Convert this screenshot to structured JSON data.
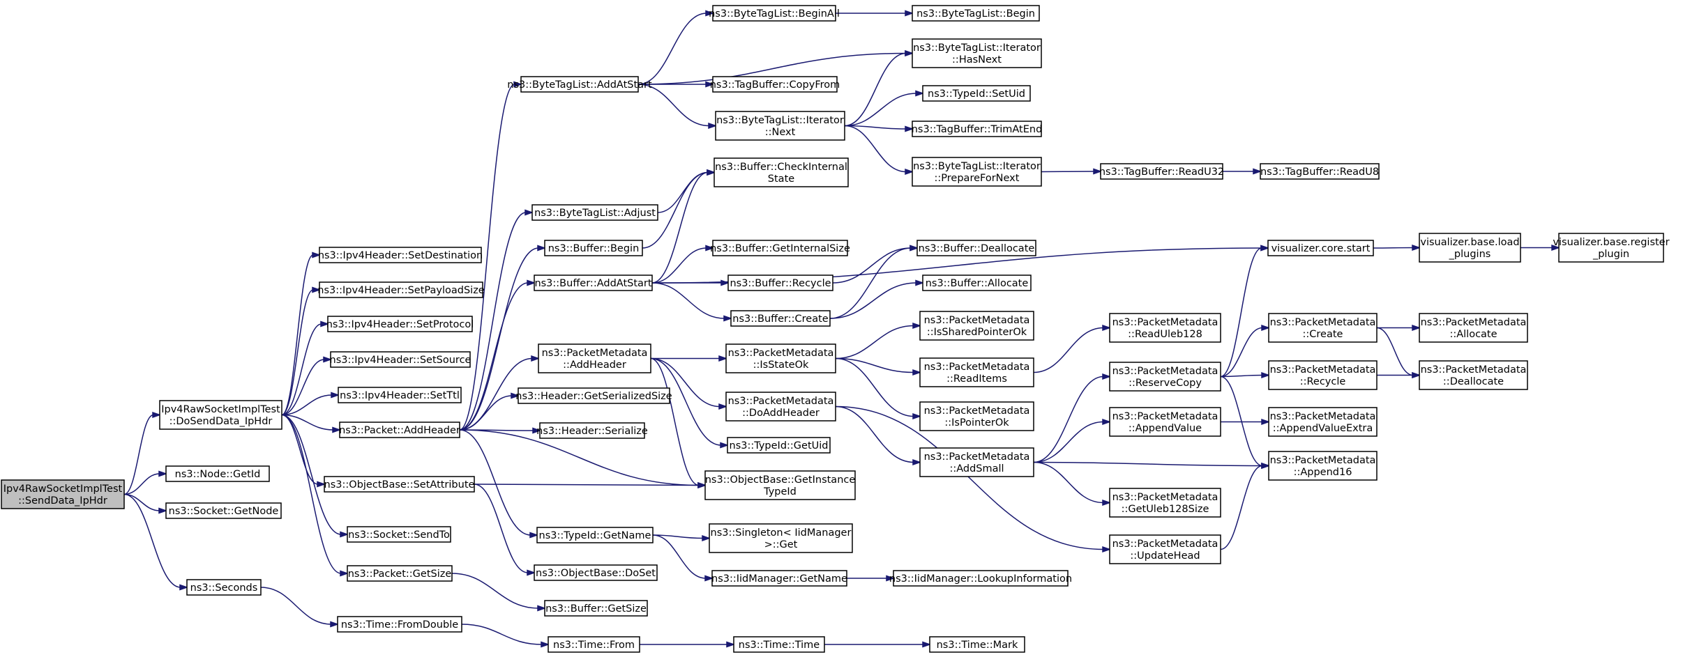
{
  "diagram": {
    "type": "call-graph",
    "colors": {
      "edge": "#191970",
      "root_fill": "#bfbfbf",
      "node_fill": "#ffffff",
      "border": "#000000"
    },
    "nodes": [
      {
        "id": "root",
        "lines": [
          "Ipv4RawSocketImplTest",
          "::SendData_IpHdr"
        ]
      },
      {
        "id": "dosenddata",
        "lines": [
          "Ipv4RawSocketImplTest",
          "::DoSendData_IpHdr"
        ]
      },
      {
        "id": "node_getid",
        "lines": [
          "ns3::Node::GetId"
        ]
      },
      {
        "id": "socket_getnode",
        "lines": [
          "ns3::Socket::GetNode"
        ]
      },
      {
        "id": "seconds",
        "lines": [
          "ns3::Seconds"
        ]
      },
      {
        "id": "setdest",
        "lines": [
          "ns3::Ipv4Header::SetDestination"
        ]
      },
      {
        "id": "setpayload",
        "lines": [
          "ns3::Ipv4Header::SetPayloadSize"
        ]
      },
      {
        "id": "setproto",
        "lines": [
          "ns3::Ipv4Header::SetProtocol"
        ]
      },
      {
        "id": "setsource",
        "lines": [
          "ns3::Ipv4Header::SetSource"
        ]
      },
      {
        "id": "setttl",
        "lines": [
          "ns3::Ipv4Header::SetTtl"
        ]
      },
      {
        "id": "addheader",
        "lines": [
          "ns3::Packet::AddHeader"
        ]
      },
      {
        "id": "setattr",
        "lines": [
          "ns3::ObjectBase::SetAttribute"
        ]
      },
      {
        "id": "sendto",
        "lines": [
          "ns3::Socket::SendTo"
        ]
      },
      {
        "id": "pkt_getsize",
        "lines": [
          "ns3::Packet::GetSize"
        ]
      },
      {
        "id": "fromdouble",
        "lines": [
          "ns3::Time::FromDouble"
        ]
      },
      {
        "id": "btl_addatstart",
        "lines": [
          "ns3::ByteTagList::AddAtStart"
        ]
      },
      {
        "id": "btl_adjust",
        "lines": [
          "ns3::ByteTagList::Adjust"
        ]
      },
      {
        "id": "buf_begin",
        "lines": [
          "ns3::Buffer::Begin"
        ]
      },
      {
        "id": "buf_addatstart",
        "lines": [
          "ns3::Buffer::AddAtStart"
        ]
      },
      {
        "id": "pm_addheader",
        "lines": [
          "ns3::PacketMetadata",
          "::AddHeader"
        ]
      },
      {
        "id": "hdr_getsersize",
        "lines": [
          "ns3::Header::GetSerializedSize"
        ]
      },
      {
        "id": "hdr_serialize",
        "lines": [
          "ns3::Header::Serialize"
        ]
      },
      {
        "id": "typeid_getname",
        "lines": [
          "ns3::TypeId::GetName"
        ]
      },
      {
        "id": "objbase_doset",
        "lines": [
          "ns3::ObjectBase::DoSet"
        ]
      },
      {
        "id": "buf_getsize",
        "lines": [
          "ns3::Buffer::GetSize"
        ]
      },
      {
        "id": "time_from",
        "lines": [
          "ns3::Time::From"
        ]
      },
      {
        "id": "btl_beginall",
        "lines": [
          "ns3::ByteTagList::BeginAll"
        ]
      },
      {
        "id": "tagbuf_copyfrom",
        "lines": [
          "ns3::TagBuffer::CopyFrom"
        ]
      },
      {
        "id": "btl_it_next",
        "lines": [
          "ns3::ByteTagList::Iterator",
          "::Next"
        ]
      },
      {
        "id": "buf_checkinternal",
        "lines": [
          "ns3::Buffer::CheckInternal",
          "State"
        ]
      },
      {
        "id": "buf_getinternalsize",
        "lines": [
          "ns3::Buffer::GetInternalSize"
        ]
      },
      {
        "id": "buf_recycle",
        "lines": [
          "ns3::Buffer::Recycle"
        ]
      },
      {
        "id": "buf_create",
        "lines": [
          "ns3::Buffer::Create"
        ]
      },
      {
        "id": "pm_isstateok",
        "lines": [
          "ns3::PacketMetadata",
          "::IsStateOk"
        ]
      },
      {
        "id": "pm_doaddheader",
        "lines": [
          "ns3::PacketMetadata",
          "::DoAddHeader"
        ]
      },
      {
        "id": "typeid_getuid",
        "lines": [
          "ns3::TypeId::GetUid"
        ]
      },
      {
        "id": "objbase_getinstance",
        "lines": [
          "ns3::ObjectBase::GetInstance",
          "TypeId"
        ]
      },
      {
        "id": "singleton_get",
        "lines": [
          "ns3::Singleton< IidManager",
          " >::Get"
        ]
      },
      {
        "id": "iid_getname",
        "lines": [
          "ns3::IidManager::GetName"
        ]
      },
      {
        "id": "time_time",
        "lines": [
          "ns3::Time::Time"
        ]
      },
      {
        "id": "btl_begin",
        "lines": [
          "ns3::ByteTagList::Begin"
        ]
      },
      {
        "id": "btl_it_hasnext",
        "lines": [
          "ns3::ByteTagList::Iterator",
          "::HasNext"
        ]
      },
      {
        "id": "typeid_setuid",
        "lines": [
          "ns3::TypeId::SetUid"
        ]
      },
      {
        "id": "tagbuf_trimatend",
        "lines": [
          "ns3::TagBuffer::TrimAtEnd"
        ]
      },
      {
        "id": "btl_it_prepare",
        "lines": [
          "ns3::ByteTagList::Iterator",
          "::PrepareForNext"
        ]
      },
      {
        "id": "buf_deallocate",
        "lines": [
          "ns3::Buffer::Deallocate"
        ]
      },
      {
        "id": "buf_allocate",
        "lines": [
          "ns3::Buffer::Allocate"
        ]
      },
      {
        "id": "pm_issharedptr",
        "lines": [
          "ns3::PacketMetadata",
          "::IsSharedPointerOk"
        ]
      },
      {
        "id": "pm_readitems",
        "lines": [
          "ns3::PacketMetadata",
          "::ReadItems"
        ]
      },
      {
        "id": "pm_ispointerok",
        "lines": [
          "ns3::PacketMetadata",
          "::IsPointerOk"
        ]
      },
      {
        "id": "pm_addsmall",
        "lines": [
          "ns3::PacketMetadata",
          "::AddSmall"
        ]
      },
      {
        "id": "iid_lookup",
        "lines": [
          "ns3::IidManager::LookupInformation"
        ]
      },
      {
        "id": "time_mark",
        "lines": [
          "ns3::Time::Mark"
        ]
      },
      {
        "id": "tagbuf_readu32",
        "lines": [
          "ns3::TagBuffer::ReadU32"
        ]
      },
      {
        "id": "pm_readuleb128",
        "lines": [
          "ns3::PacketMetadata",
          "::ReadUleb128"
        ]
      },
      {
        "id": "pm_reservecopy",
        "lines": [
          "ns3::PacketMetadata",
          "::ReserveCopy"
        ]
      },
      {
        "id": "pm_appendvalue",
        "lines": [
          "ns3::PacketMetadata",
          "::AppendValue"
        ]
      },
      {
        "id": "pm_getuleb128size",
        "lines": [
          "ns3::PacketMetadata",
          "::GetUleb128Size"
        ]
      },
      {
        "id": "pm_updatehead",
        "lines": [
          "ns3::PacketMetadata",
          "::UpdateHead"
        ]
      },
      {
        "id": "tagbuf_readu8",
        "lines": [
          "ns3::TagBuffer::ReadU8"
        ]
      },
      {
        "id": "viz_start",
        "lines": [
          "visualizer.core.start"
        ]
      },
      {
        "id": "pm_create",
        "lines": [
          "ns3::PacketMetadata",
          "::Create"
        ]
      },
      {
        "id": "pm_recycle",
        "lines": [
          "ns3::PacketMetadata",
          "::Recycle"
        ]
      },
      {
        "id": "pm_appendvalueextra",
        "lines": [
          "ns3::PacketMetadata",
          "::AppendValueExtra"
        ]
      },
      {
        "id": "pm_append16",
        "lines": [
          "ns3::PacketMetadata",
          "::Append16"
        ]
      },
      {
        "id": "viz_load",
        "lines": [
          "visualizer.base.load",
          "_plugins"
        ]
      },
      {
        "id": "pm_allocate",
        "lines": [
          "ns3::PacketMetadata",
          "::Allocate"
        ]
      },
      {
        "id": "pm_deallocate",
        "lines": [
          "ns3::PacketMetadata",
          "::Deallocate"
        ]
      },
      {
        "id": "viz_register",
        "lines": [
          "visualizer.base.register",
          "_plugin"
        ]
      }
    ],
    "edges": [
      [
        "root",
        "dosenddata"
      ],
      [
        "root",
        "node_getid"
      ],
      [
        "root",
        "socket_getnode"
      ],
      [
        "root",
        "seconds"
      ],
      [
        "dosenddata",
        "setdest"
      ],
      [
        "dosenddata",
        "setpayload"
      ],
      [
        "dosenddata",
        "setproto"
      ],
      [
        "dosenddata",
        "setsource"
      ],
      [
        "dosenddata",
        "setttl"
      ],
      [
        "dosenddata",
        "addheader"
      ],
      [
        "dosenddata",
        "setattr"
      ],
      [
        "dosenddata",
        "sendto"
      ],
      [
        "dosenddata",
        "pkt_getsize"
      ],
      [
        "seconds",
        "fromdouble"
      ],
      [
        "addheader",
        "btl_addatstart"
      ],
      [
        "addheader",
        "btl_adjust"
      ],
      [
        "addheader",
        "buf_begin"
      ],
      [
        "addheader",
        "buf_addatstart"
      ],
      [
        "addheader",
        "pm_addheader"
      ],
      [
        "addheader",
        "hdr_getsersize"
      ],
      [
        "addheader",
        "hdr_serialize"
      ],
      [
        "addheader",
        "typeid_getname"
      ],
      [
        "addheader",
        "objbase_getinstance"
      ],
      [
        "setattr",
        "objbase_getinstance"
      ],
      [
        "setattr",
        "objbase_doset"
      ],
      [
        "pkt_getsize",
        "buf_getsize"
      ],
      [
        "fromdouble",
        "time_from"
      ],
      [
        "btl_addatstart",
        "btl_beginall"
      ],
      [
        "btl_addatstart",
        "btl_it_hasnext"
      ],
      [
        "btl_addatstart",
        "tagbuf_copyfrom"
      ],
      [
        "btl_addatstart",
        "btl_it_next"
      ],
      [
        "btl_adjust",
        "buf_checkinternal"
      ],
      [
        "buf_begin",
        "buf_checkinternal"
      ],
      [
        "buf_addatstart",
        "buf_checkinternal"
      ],
      [
        "buf_addatstart",
        "viz_start"
      ],
      [
        "buf_addatstart",
        "buf_getinternalsize"
      ],
      [
        "buf_addatstart",
        "buf_recycle"
      ],
      [
        "buf_addatstart",
        "buf_create"
      ],
      [
        "pm_addheader",
        "pm_isstateok"
      ],
      [
        "pm_addheader",
        "pm_doaddheader"
      ],
      [
        "pm_addheader",
        "typeid_getuid"
      ],
      [
        "pm_addheader",
        "objbase_getinstance"
      ],
      [
        "typeid_getname",
        "singleton_get"
      ],
      [
        "typeid_getname",
        "iid_getname"
      ],
      [
        "time_from",
        "time_time"
      ],
      [
        "btl_beginall",
        "btl_begin"
      ],
      [
        "btl_it_next",
        "btl_it_hasnext"
      ],
      [
        "btl_it_next",
        "typeid_setuid"
      ],
      [
        "btl_it_next",
        "tagbuf_trimatend"
      ],
      [
        "btl_it_next",
        "btl_it_prepare"
      ],
      [
        "buf_recycle",
        "buf_deallocate"
      ],
      [
        "buf_create",
        "buf_deallocate"
      ],
      [
        "buf_create",
        "buf_allocate"
      ],
      [
        "pm_isstateok",
        "pm_issharedptr"
      ],
      [
        "pm_isstateok",
        "pm_readitems"
      ],
      [
        "pm_isstateok",
        "pm_ispointerok"
      ],
      [
        "pm_doaddheader",
        "pm_addsmall"
      ],
      [
        "pm_doaddheader",
        "pm_updatehead"
      ],
      [
        "iid_getname",
        "iid_lookup"
      ],
      [
        "time_time",
        "time_mark"
      ],
      [
        "btl_it_prepare",
        "tagbuf_readu32"
      ],
      [
        "pm_readitems",
        "pm_readuleb128"
      ],
      [
        "pm_addsmall",
        "pm_reservecopy"
      ],
      [
        "pm_addsmall",
        "pm_appendvalue"
      ],
      [
        "pm_addsmall",
        "pm_append16"
      ],
      [
        "pm_addsmall",
        "pm_getuleb128size"
      ],
      [
        "tagbuf_readu32",
        "tagbuf_readu8"
      ],
      [
        "pm_reservecopy",
        "viz_start"
      ],
      [
        "pm_reservecopy",
        "pm_create"
      ],
      [
        "pm_reservecopy",
        "pm_recycle"
      ],
      [
        "pm_reservecopy",
        "pm_append16"
      ],
      [
        "pm_appendvalue",
        "pm_appendvalueextra"
      ],
      [
        "pm_updatehead",
        "pm_append16"
      ],
      [
        "viz_start",
        "viz_load"
      ],
      [
        "pm_create",
        "pm_allocate"
      ],
      [
        "pm_create",
        "pm_deallocate"
      ],
      [
        "pm_recycle",
        "pm_deallocate"
      ],
      [
        "viz_load",
        "viz_register"
      ]
    ]
  }
}
